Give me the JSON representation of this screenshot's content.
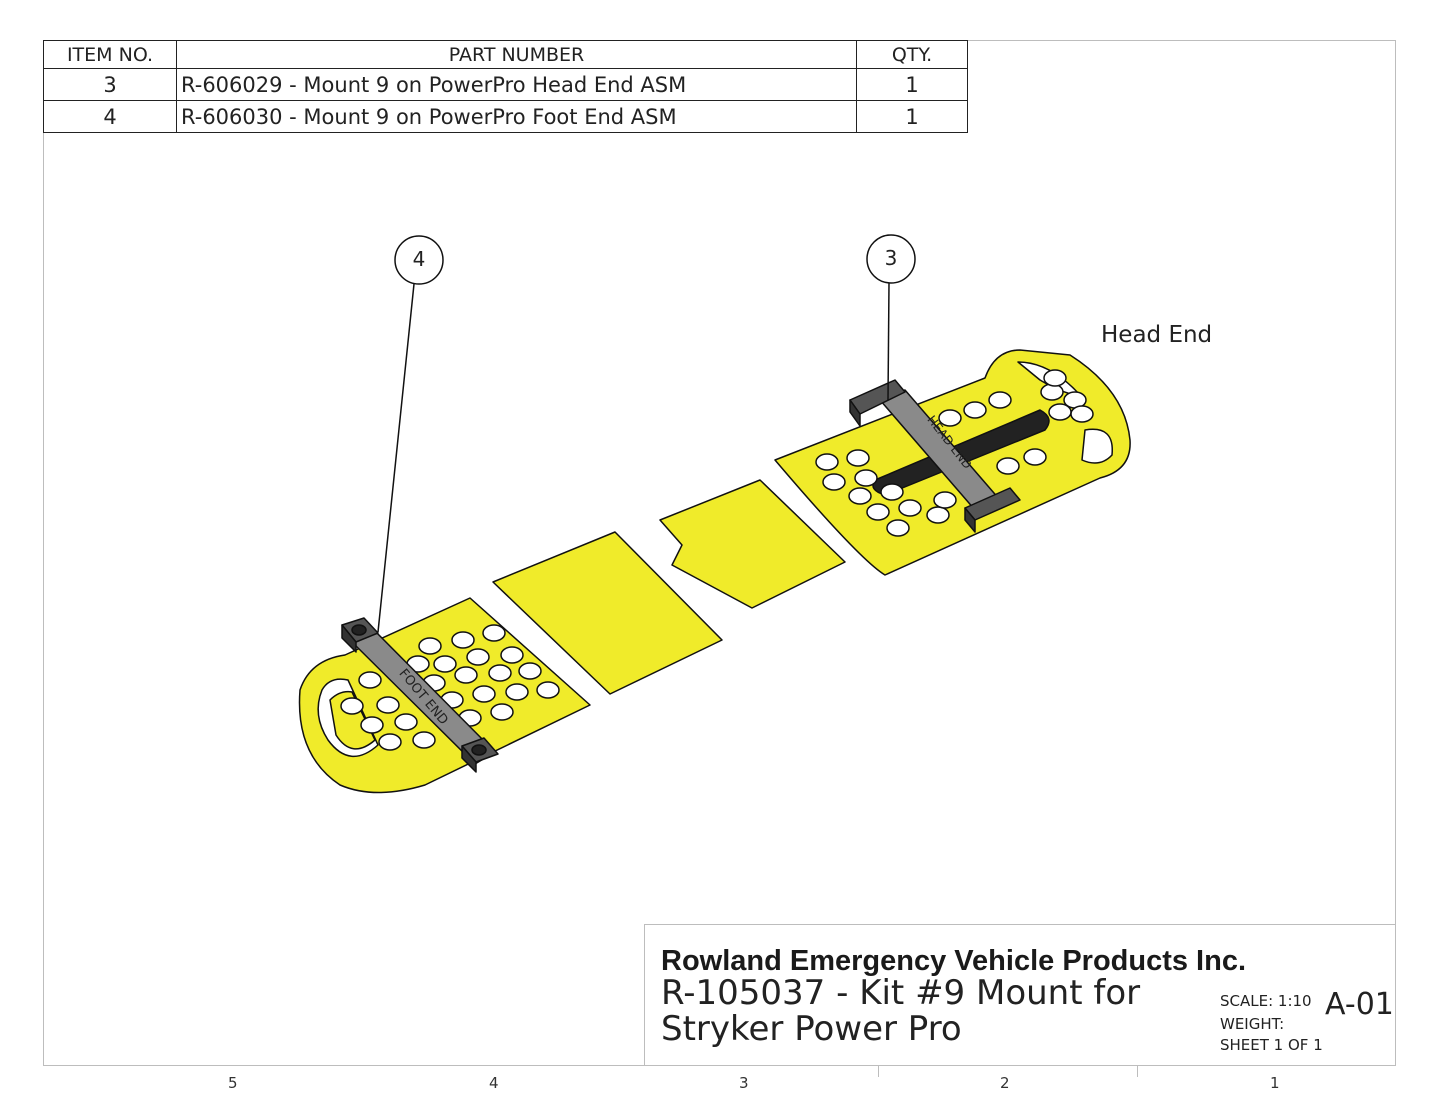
{
  "bom": {
    "headers": [
      "ITEM NO.",
      "PART NUMBER",
      "QTY."
    ],
    "rows": [
      {
        "item": "3",
        "part": "R-606029 - Mount 9 on PowerPro Head End ASM",
        "qty": "1"
      },
      {
        "item": "4",
        "part": "R-606030 - Mount 9 on PowerPro Foot End ASM",
        "qty": "1"
      }
    ]
  },
  "callouts": [
    "4",
    "3"
  ],
  "labels": {
    "head_end": "Head End",
    "foot_plate_text": "FOOT END",
    "head_plate_text": "HEAD END"
  },
  "title_block": {
    "company": "Rowland Emergency Vehicle Products Inc.",
    "title_line1": "R-105037 - Kit #9 Mount for",
    "title_line2": "Stryker Power Pro",
    "scale": "SCALE: 1:10",
    "weight": "WEIGHT:",
    "sheet": "SHEET 1 OF 1",
    "revision": "A-01"
  },
  "zones": [
    "5",
    "4",
    "3",
    "2",
    "1"
  ],
  "colors": {
    "board_yellow": "#f0eb2a",
    "mount_gray": "#8a8a8a",
    "line": "#111111"
  }
}
